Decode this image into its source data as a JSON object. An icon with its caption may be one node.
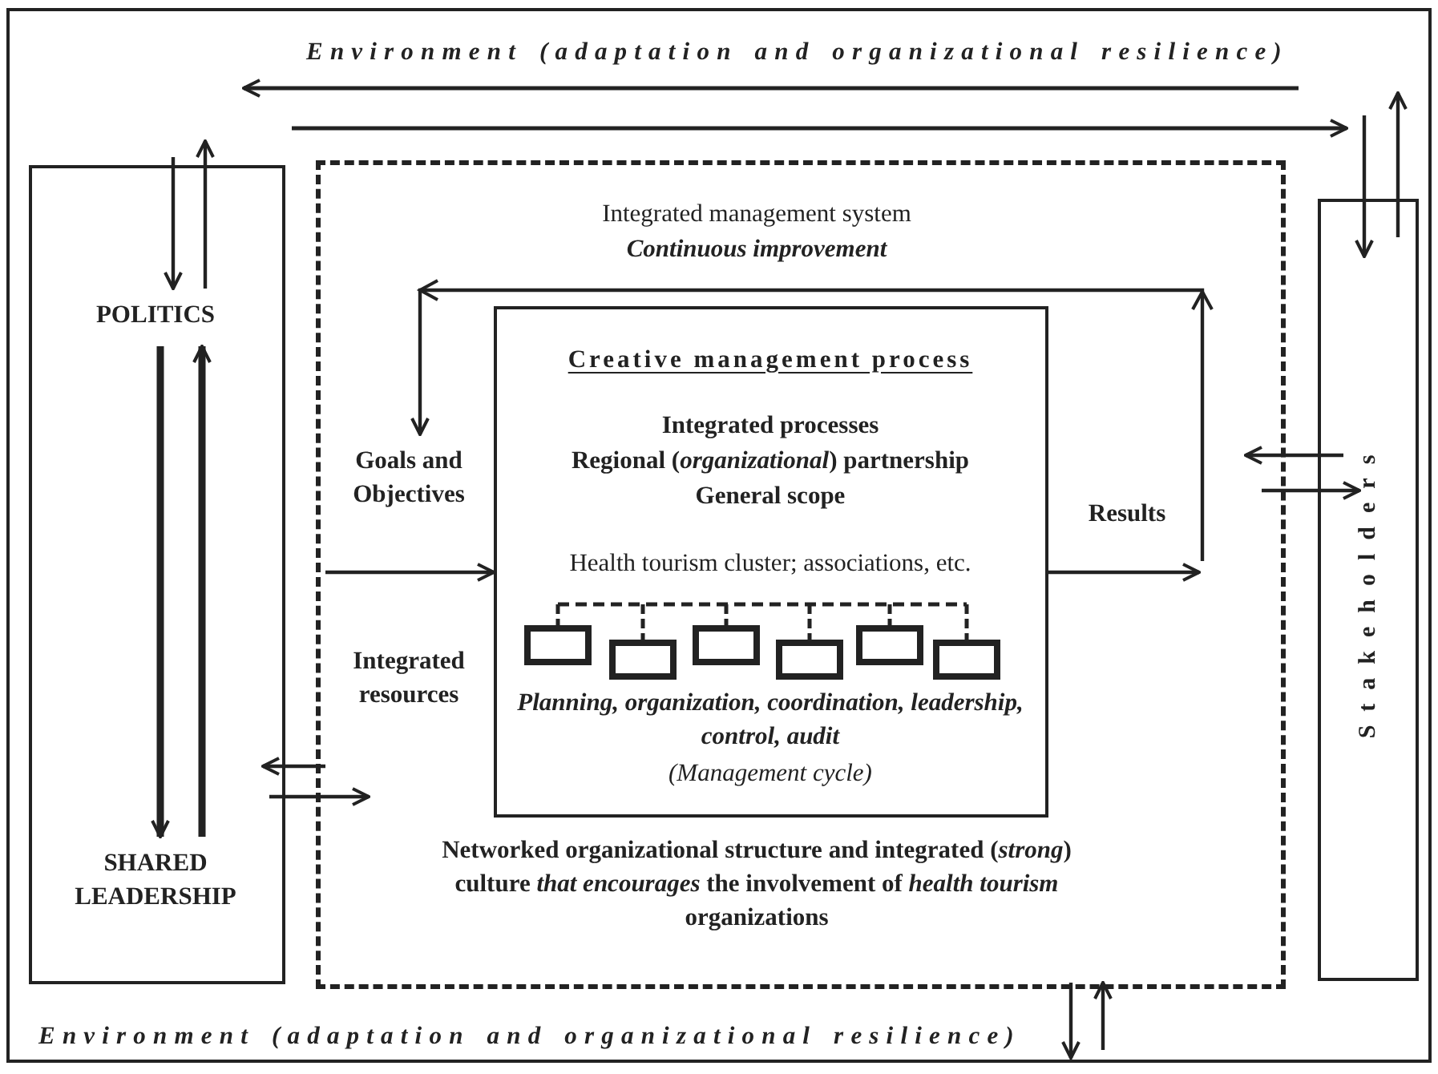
{
  "diagram": {
    "nodes": [
      {
        "text": [
          "Environment (adaptation and organizational resilience)",
          "Environment (adaptation and organizational resilience)"
        ]
      },
      {
        "text": [],
        "shape": "box",
        "in": 0
      },
      {
        "text": [
          "POLITICS"
        ],
        "in": 1
      },
      {
        "text": [
          "SHARED LEADERSHIP"
        ],
        "in": 1
      },
      {
        "text": [
          "Integrated management system",
          "Continuous improvement",
          "Networked organizational structure and integrated (*strong*) culture *that encourages* the involvement of *health tourism* organizations"
        ],
        "in": 0
      },
      {
        "text": [
          "Goals and Objectives"
        ],
        "in": 4
      },
      {
        "text": [
          "Integrated resources"
        ],
        "in": 4
      },
      {
        "text": [
          "Creative management process",
          "Integrated processes",
          "Regional (*organizational*) partnership",
          "General scope",
          "Health tourism cluster; associations, etc.",
          "Planning, organization, coordination, leadership, control, audit",
          "(Management cycle)"
        ],
        "in": 4
      },
      {
        "text": [
          "Results"
        ],
        "in": 4
      },
      {
        "text": [
          "Stakeholders"
        ],
        "in": 0
      }
    ],
    "edges": [
      {
        "from": null,
        "to": 2,
        "arrow": "to"
      },
      {
        "from": 2,
        "to": null,
        "arrow": "to"
      },
      {
        "from": 2,
        "to": 3,
        "arrow": "to",
        "style": "thick"
      },
      {
        "from": 3,
        "to": 2,
        "arrow": "to",
        "style": "thick"
      },
      {
        "from": 4,
        "to": 1,
        "arrow": "to"
      },
      {
        "from": 1,
        "to": 4,
        "arrow": "to"
      },
      {
        "from": null,
        "to": 7,
        "arrow": "to"
      },
      {
        "from": 7,
        "to": 8,
        "arrow": "to"
      },
      {
        "from": null,
        "to": 5,
        "arrow": "to"
      },
      {
        "from": 9,
        "to": 4,
        "arrow": "to"
      },
      {
        "from": 4,
        "to": 9,
        "arrow": "to"
      },
      {
        "from": null,
        "to": 9,
        "arrow": "to"
      },
      {
        "from": 9,
        "to": null,
        "arrow": "to"
      },
      {
        "from": 4,
        "to": null,
        "arrow": "to"
      },
      {
        "from": null,
        "to": 4,
        "arrow": "to"
      }
    ]
  }
}
